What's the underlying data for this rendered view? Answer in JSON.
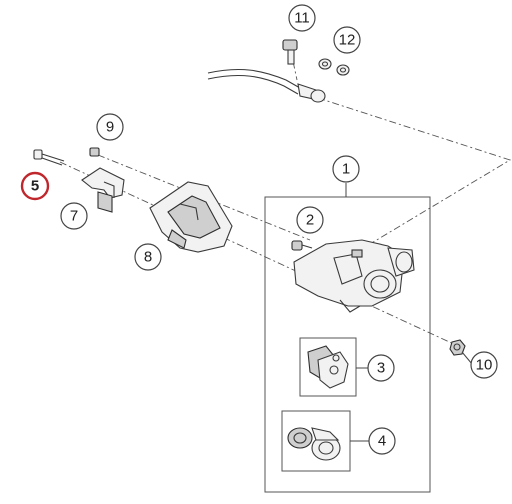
{
  "colors": {
    "line": "#3a3a3a",
    "highlight_ring": "#c0272d",
    "callout_ring": "#444444"
  },
  "callouts": [
    {
      "id": "c1",
      "label": "1"
    },
    {
      "id": "c2",
      "label": "2"
    },
    {
      "id": "c3",
      "label": "3"
    },
    {
      "id": "c4",
      "label": "4"
    },
    {
      "id": "c5",
      "label": "5",
      "highlighted": true
    },
    {
      "id": "c7",
      "label": "7"
    },
    {
      "id": "c8",
      "label": "8"
    },
    {
      "id": "c9",
      "label": "9"
    },
    {
      "id": "c10",
      "label": "10"
    },
    {
      "id": "c11",
      "label": "11"
    },
    {
      "id": "c12",
      "label": "12"
    }
  ]
}
